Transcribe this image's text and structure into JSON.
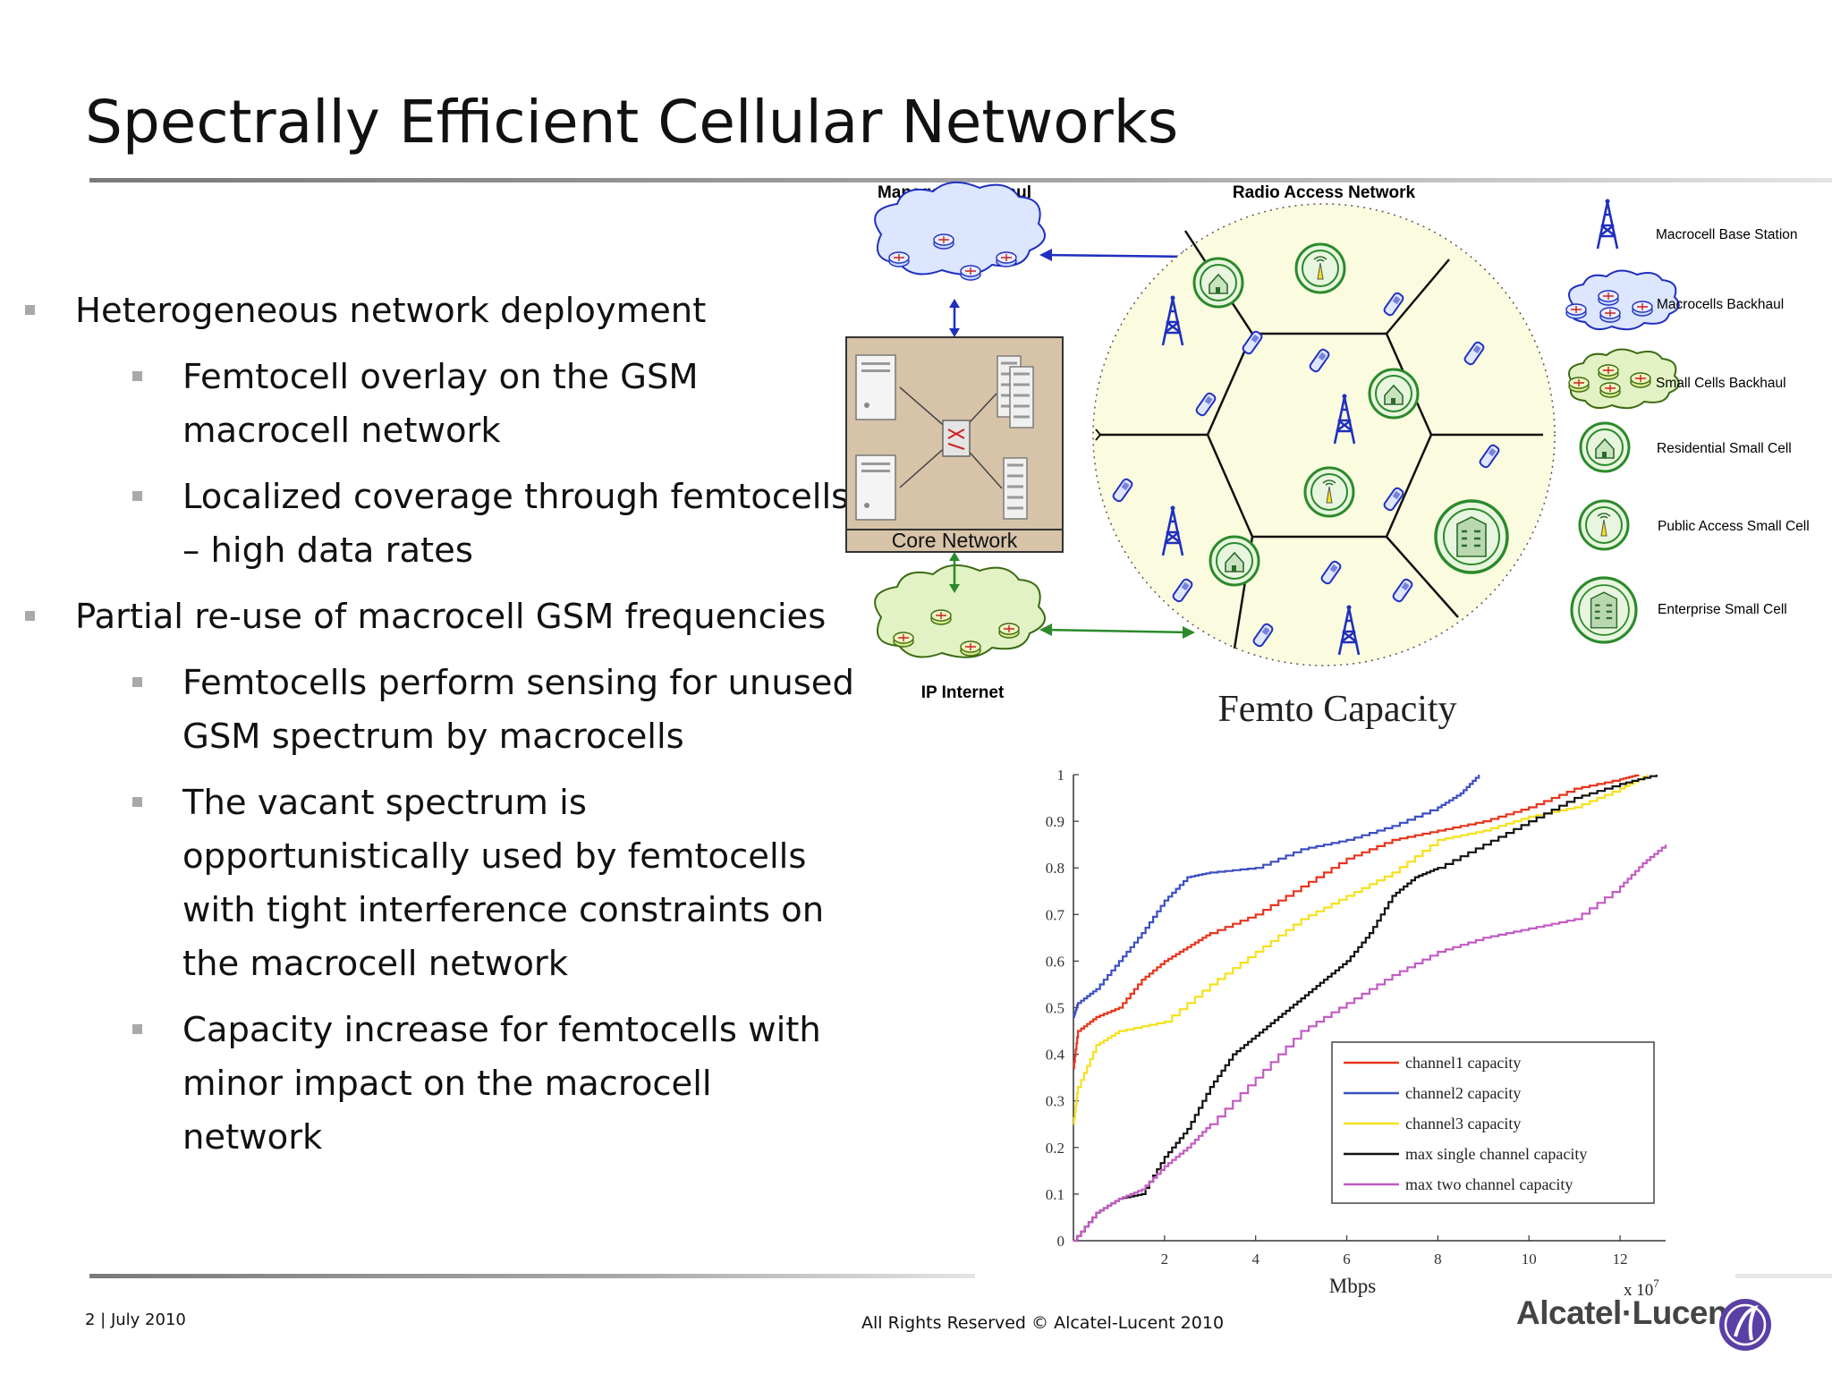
{
  "slide": {
    "title": "Spectrally Efficient Cellular Networks"
  },
  "bullets": {
    "b1": "Heterogeneous network deployment",
    "b1a": "Femtocell overlay on the GSM macrocell network",
    "b1b": "Localized coverage through femtocells – high data rates",
    "b2": "Partial re-use of macrocell GSM frequencies",
    "b2a": "Femtocells perform sensing for unused GSM spectrum by macrocells",
    "b2b": "The vacant spectrum is opportunistically used by femtocells with tight interference constraints on the macrocell network",
    "b2c": "Capacity increase for femtocells with minor impact on the macrocell network"
  },
  "diagram": {
    "managed_backhaul": "Managed Backhaul",
    "radio_access_network": "Radio Access Network",
    "core_network": "Core Network",
    "ip_internet": "IP Internet",
    "legend": {
      "macro_bs": "Macrocell Base Station",
      "macro_backhaul": "Macrocells Backhaul",
      "small_backhaul": "Small Cells Backhaul",
      "residential": "Residential Small Cell",
      "public": "Public Access Small Cell",
      "enterprise": "Enterprise Small Cell"
    },
    "icons": [
      "tower-icon",
      "router-icon",
      "server-icon",
      "switch-icon",
      "house-icon",
      "antenna-icon",
      "building-icon",
      "phone-icon",
      "cloud-icon"
    ]
  },
  "footer": {
    "page": "2 | July 2010",
    "copyright": "All Rights Reserved © Alcatel-Lucent 2010",
    "brand": "Alcatel·Lucent"
  },
  "chart_data": {
    "type": "line",
    "title": "Femto Capacity",
    "xlabel": "Mbps",
    "x_multiplier": "x 10",
    "x_multiplier_exp": "7",
    "xlim": [
      0,
      13
    ],
    "ylim": [
      0,
      1
    ],
    "xticks": [
      2,
      4,
      6,
      8,
      10,
      12
    ],
    "yticks": [
      0,
      0.1,
      0.2,
      0.3,
      0.4,
      0.5,
      0.6,
      0.7,
      0.8,
      0.9,
      1
    ],
    "legend_position": "lower-right",
    "series": [
      {
        "name": "channel1 capacity",
        "color": "#e8341c",
        "points": [
          [
            0,
            0.37
          ],
          [
            0.1,
            0.45
          ],
          [
            0.5,
            0.48
          ],
          [
            1,
            0.5
          ],
          [
            1.5,
            0.56
          ],
          [
            2,
            0.6
          ],
          [
            2.5,
            0.63
          ],
          [
            3,
            0.66
          ],
          [
            4,
            0.7
          ],
          [
            5,
            0.76
          ],
          [
            6,
            0.82
          ],
          [
            7,
            0.86
          ],
          [
            8,
            0.88
          ],
          [
            9,
            0.9
          ],
          [
            10,
            0.93
          ],
          [
            11,
            0.97
          ],
          [
            12,
            0.99
          ],
          [
            12.4,
            1
          ]
        ]
      },
      {
        "name": "channel2 capacity",
        "color": "#3c4fc4",
        "points": [
          [
            0,
            0.48
          ],
          [
            0.1,
            0.51
          ],
          [
            0.5,
            0.54
          ],
          [
            1,
            0.6
          ],
          [
            1.5,
            0.66
          ],
          [
            2,
            0.73
          ],
          [
            2.5,
            0.78
          ],
          [
            3,
            0.79
          ],
          [
            4,
            0.8
          ],
          [
            5,
            0.84
          ],
          [
            6,
            0.86
          ],
          [
            7,
            0.89
          ],
          [
            8,
            0.93
          ],
          [
            8.5,
            0.96
          ],
          [
            8.9,
            1
          ]
        ]
      },
      {
        "name": "channel3 capacity",
        "color": "#f5e11c",
        "points": [
          [
            0,
            0.25
          ],
          [
            0.1,
            0.33
          ],
          [
            0.5,
            0.42
          ],
          [
            1,
            0.45
          ],
          [
            2,
            0.47
          ],
          [
            3,
            0.55
          ],
          [
            4,
            0.62
          ],
          [
            5,
            0.69
          ],
          [
            6,
            0.74
          ],
          [
            7,
            0.79
          ],
          [
            8,
            0.86
          ],
          [
            9,
            0.88
          ],
          [
            10,
            0.91
          ],
          [
            11,
            0.93
          ],
          [
            12,
            0.97
          ],
          [
            12.6,
            1
          ]
        ]
      },
      {
        "name": "max single channel capacity",
        "color": "#111111",
        "points": [
          [
            0,
            0
          ],
          [
            0.5,
            0.06
          ],
          [
            1,
            0.09
          ],
          [
            1.5,
            0.1
          ],
          [
            2,
            0.18
          ],
          [
            2.5,
            0.24
          ],
          [
            3,
            0.33
          ],
          [
            3.5,
            0.4
          ],
          [
            4,
            0.44
          ],
          [
            4.5,
            0.48
          ],
          [
            5,
            0.52
          ],
          [
            5.5,
            0.56
          ],
          [
            6,
            0.6
          ],
          [
            6.5,
            0.66
          ],
          [
            7,
            0.74
          ],
          [
            7.5,
            0.78
          ],
          [
            8,
            0.8
          ],
          [
            9,
            0.85
          ],
          [
            10,
            0.9
          ],
          [
            11,
            0.95
          ],
          [
            12,
            0.98
          ],
          [
            12.8,
            1
          ]
        ]
      },
      {
        "name": "max two channel capacity",
        "color": "#c25bc2",
        "points": [
          [
            0,
            0
          ],
          [
            0.5,
            0.06
          ],
          [
            1,
            0.09
          ],
          [
            1.5,
            0.11
          ],
          [
            2,
            0.16
          ],
          [
            2.5,
            0.2
          ],
          [
            3,
            0.25
          ],
          [
            4,
            0.35
          ],
          [
            5,
            0.45
          ],
          [
            6,
            0.51
          ],
          [
            7,
            0.57
          ],
          [
            8,
            0.62
          ],
          [
            9,
            0.65
          ],
          [
            10,
            0.67
          ],
          [
            11,
            0.69
          ],
          [
            12,
            0.76
          ],
          [
            12.5,
            0.81
          ],
          [
            13,
            0.85
          ]
        ]
      }
    ]
  }
}
